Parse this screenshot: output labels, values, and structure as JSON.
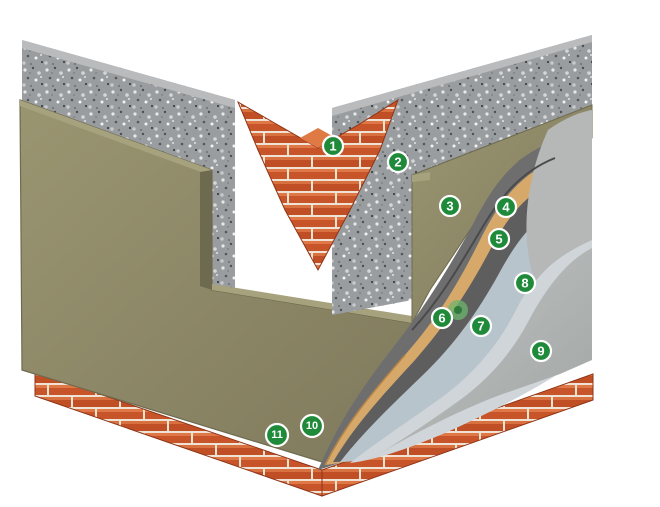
{
  "colors": {
    "brick": "#c8552a",
    "brick_light": "#e07a45",
    "brick_dark": "#8e3417",
    "mortar": "#efe3d6",
    "insulation": "#9a9da0",
    "board": "#8f8a68",
    "board_dark": "#6e6a4f",
    "board_light": "#a7a27e",
    "adhesive": "#7a7a7a",
    "mesh": "#d6a86a",
    "primer": "#5e5e5e",
    "render": "#b8c4cc",
    "render_light": "#cfd5d8",
    "finish": "#a9acab",
    "marker": "#1f8a3a"
  },
  "markers": [
    {
      "id": "m1",
      "label": "1"
    },
    {
      "id": "m2",
      "label": "2"
    },
    {
      "id": "m3",
      "label": "3"
    },
    {
      "id": "m4",
      "label": "4"
    },
    {
      "id": "m5",
      "label": "5"
    },
    {
      "id": "m6",
      "label": "6"
    },
    {
      "id": "m7",
      "label": "7"
    },
    {
      "id": "m8",
      "label": "8"
    },
    {
      "id": "m9",
      "label": "9"
    },
    {
      "id": "m10",
      "label": "10"
    },
    {
      "id": "m11",
      "label": "11"
    }
  ]
}
